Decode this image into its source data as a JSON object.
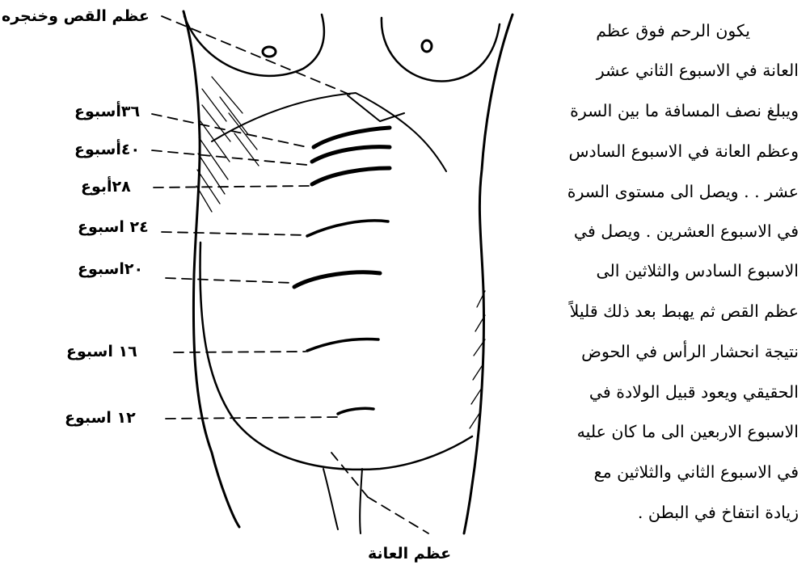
{
  "labels": {
    "xiphoid": "عظم القص وخنجره",
    "pubis": "عظم العانة",
    "weeks": [
      {
        "week": 36,
        "text": "٣٦أسبوع"
      },
      {
        "week": 40,
        "text": "٤٠أسبوع"
      },
      {
        "week": 28,
        "text": "٢٨أبوع"
      },
      {
        "week": 24,
        "text": "٢٤ اسبوع"
      },
      {
        "week": 20,
        "text": "٢٠اسبوع"
      },
      {
        "week": 16,
        "text": "١٦ اسبوع"
      },
      {
        "week": 12,
        "text": "١٢ اسبوع"
      }
    ]
  },
  "paragraph": [
    "يكون الرحم فوق عظم",
    "العانة في الاسبوع الثاني عشر",
    "ويبلغ نصف المسافة ما بين السرة",
    "وعظم العانة في الاسبوع السادس",
    "عشر . . ويصل الى مستوى السرة",
    "في الاسبوع العشرين . ويصل في",
    "الاسبوع السادس والثلاثين الى",
    "عظم القص ثم يهبط بعد ذلك قليلاً",
    "نتيجة انحشار الرأس في الحوض",
    "الحقيقي ويعود قبيل الولادة في",
    "الاسبوع الاربعين الى ما كان عليه",
    "في الاسبوع الثاني والثلاثين مع",
    "زيادة انتفاخ في البطن ."
  ]
}
